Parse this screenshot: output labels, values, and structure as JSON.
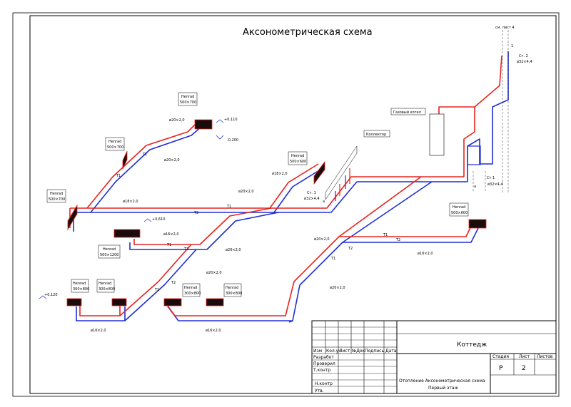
{
  "title": "Аксонометрическая схема",
  "colors": {
    "supply": "#e8231f",
    "return": "#1f2fd6",
    "radiator": "#1a0c0c",
    "frame": "#000000"
  },
  "radiators": [
    {
      "label": "Henrad",
      "size": "500×700"
    },
    {
      "label": "Henrad",
      "size": "500×700"
    },
    {
      "label": "Henrad",
      "size": "500×700"
    },
    {
      "label": "Henrad",
      "size": "500×600"
    },
    {
      "label": "Henrad",
      "size": "500×1200"
    },
    {
      "label": "Henrad",
      "size": "300×800"
    },
    {
      "label": "Henrad",
      "size": "300×800"
    },
    {
      "label": "Henrad",
      "size": "300×800"
    },
    {
      "label": "Henrad",
      "size": "300×800"
    },
    {
      "label": "Henrad",
      "size": "500×600"
    }
  ],
  "pipe_labels": {
    "d20_a": "ø20×2,0",
    "d20_b": "ø20×2,0",
    "d20_c": "ø20×2,0",
    "d20_d": "ø20×2,0",
    "d20_e": "ø20×2,0",
    "d20_f": "ø20×2,0",
    "d20_g": "ø20×2,0",
    "d18_a": "ø18×2,0",
    "d18_b": "ø18×2,0",
    "d16_a": "ø16×2,0",
    "d16_b": "ø16×2,0",
    "d16_c": "ø16×2,0",
    "d16_d": "ø16×2,0",
    "d32_a": "ø32×4,4",
    "d32_b": "ø32×4,4",
    "d32_c": "ø32×4,4"
  },
  "marks": {
    "t1": "T1",
    "t2": "T2",
    "elev1": "+0,110",
    "elev2": "-0,200",
    "elev3": "+0,610",
    "elev4": "+0,120",
    "st1": "Ст. 1",
    "st1b": "Ст 1",
    "st2": "Ст. 2",
    "sm_list": "см. лист 4",
    "collector": "Коллектор",
    "boiler": "Газовый котел",
    "a": "а",
    "one": "1"
  },
  "title_block": {
    "project": "Коттедж",
    "sheet_title_1": "Отопление Аксонометрическая схема",
    "sheet_title_2": "Первый этаж",
    "cols": [
      "Изм",
      "Кол.уч",
      "Лист",
      "№Док",
      "Подпись",
      "Дата"
    ],
    "rows": [
      "Разработ",
      "Проверил",
      "Т.контр",
      "Н.контр",
      "Утв."
    ],
    "stage_label": "Стадия",
    "sheet_label": "Лист",
    "sheets_label": "Листов",
    "stage": "Р",
    "sheet": "2",
    "sheets": ""
  }
}
